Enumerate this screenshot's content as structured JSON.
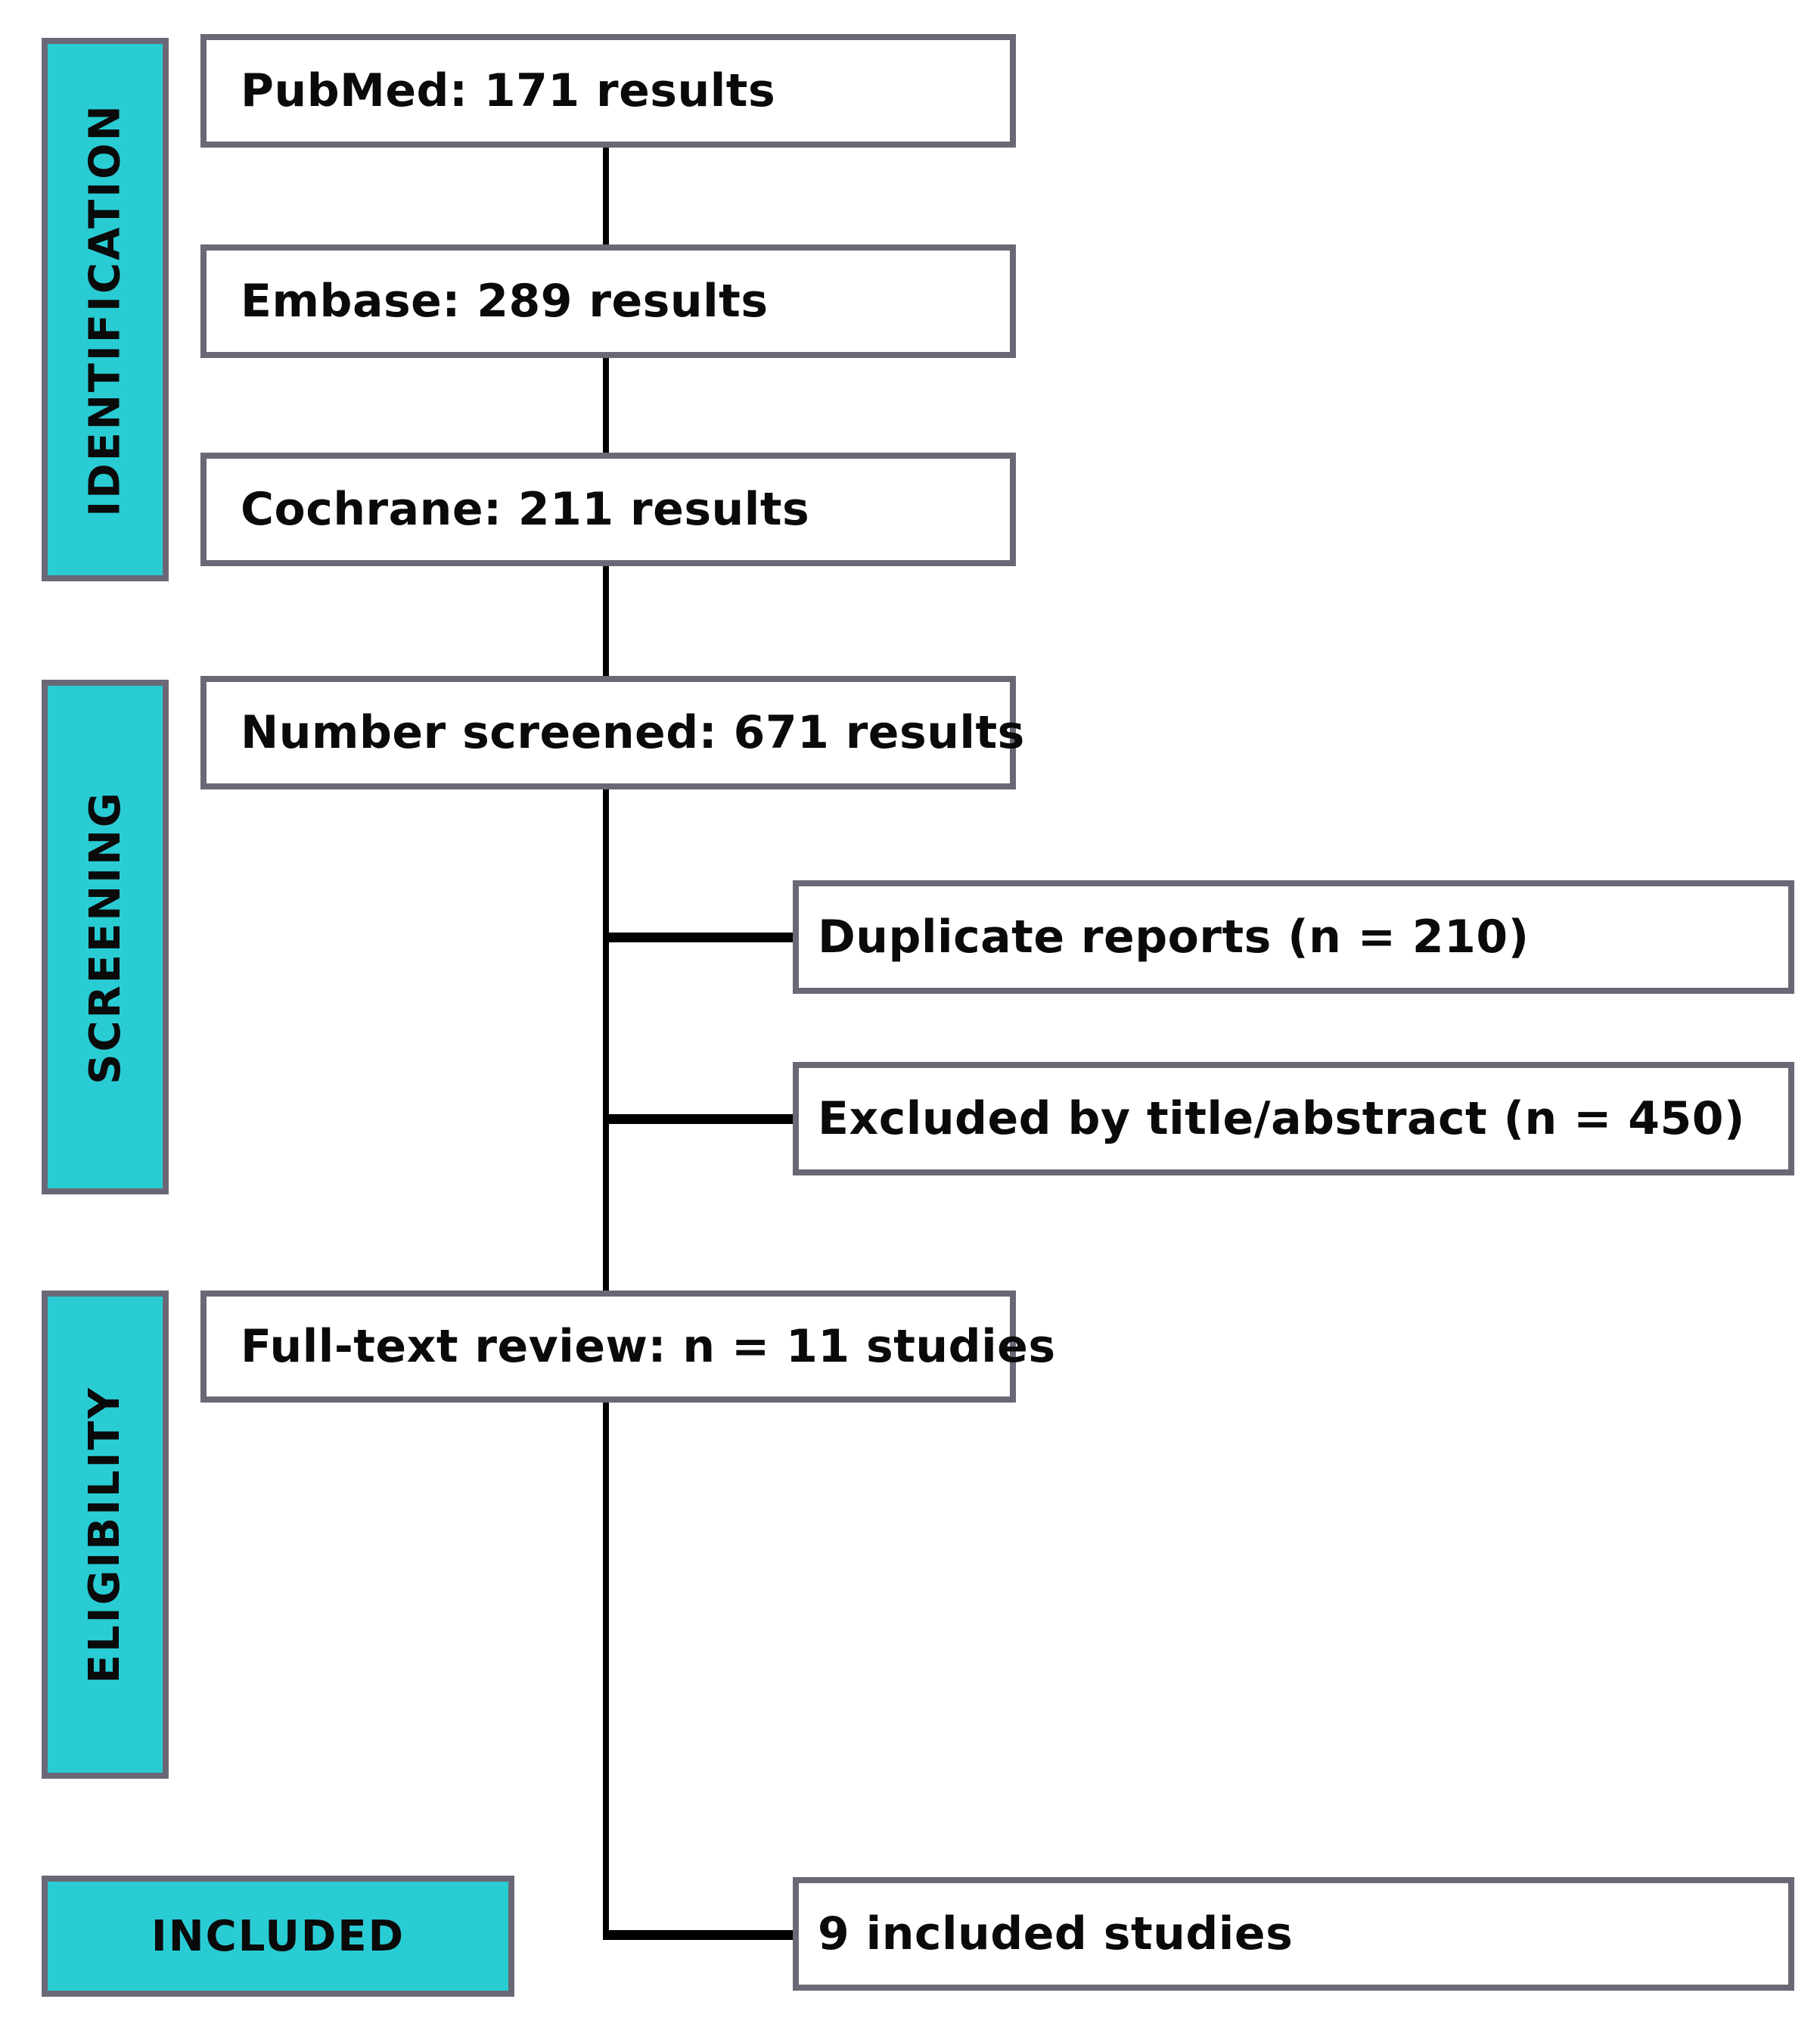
{
  "stages": {
    "identification": {
      "label": "IDENTIFICATION"
    },
    "screening": {
      "label": "SCREENING"
    },
    "eligibility": {
      "label": "ELIGIBILITY"
    },
    "included": {
      "label": "INCLUDED"
    }
  },
  "nodes": {
    "pubmed": {
      "label": "PubMed: 171 results"
    },
    "embase": {
      "label": "Embase: 289 results"
    },
    "cochrane": {
      "label": "Cochrane: 211 results"
    },
    "screened": {
      "label": "Number screened: 671 results"
    },
    "duplicates": {
      "label": "Duplicate reports (n = 210)"
    },
    "excluded_title_abstract": {
      "label": "Excluded by title/abstract (n = 450)"
    },
    "fulltext_review": {
      "label": "Full-text review: n = 11 studies"
    },
    "included_studies": {
      "label": "9 included studies"
    }
  },
  "colors": {
    "stage-fill": "#2accd4",
    "box-fill": "#ffffff",
    "border": "#6a6876",
    "connector": "#000000",
    "text": "#0a0a0a",
    "page-bg": "#ffffff"
  }
}
